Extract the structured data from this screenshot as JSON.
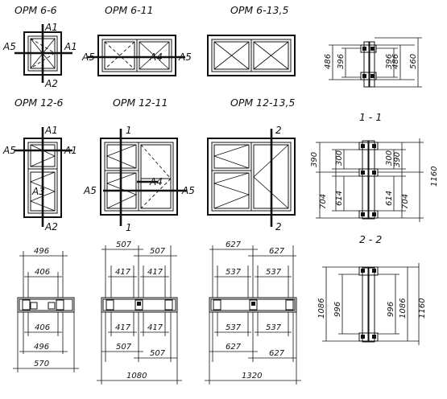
{
  "titles": {
    "t1": "ОРМ 6-6",
    "t2": "ОРМ 6-11",
    "t3": "ОРМ 6-13,5",
    "t4": "ОРМ 12-6",
    "t5": "ОРМ 12-11",
    "t6": "ОРМ 12-13,5",
    "s1": "1 - 1",
    "s2": "2 - 2"
  },
  "marks": {
    "a1": "A1",
    "a2": "A2",
    "a3": "A3",
    "a4": "A4",
    "a5": "A5",
    "c1": "1",
    "c2": "2"
  },
  "dims": {
    "d396": "396",
    "d486": "486",
    "d560": "560",
    "d390": "390",
    "d300": "300",
    "d1160": "1160",
    "d704": "704",
    "d614": "614",
    "d496": "496",
    "d406": "406",
    "d570": "570",
    "d507": "507",
    "d417": "417",
    "d1080": "1080",
    "d627": "627",
    "d537": "537",
    "d1320": "1320",
    "d1086": "1086",
    "d996": "996"
  }
}
